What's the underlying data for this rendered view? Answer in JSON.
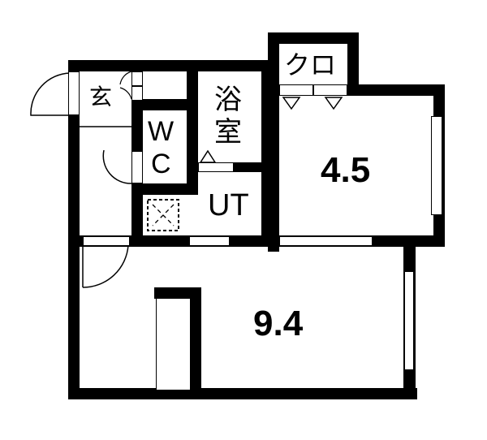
{
  "floor_plan": {
    "rooms": [
      {
        "id": "entrance",
        "label": "玄",
        "meaning": "entrance"
      },
      {
        "id": "wc",
        "label_line1": "W",
        "label_line2": "C",
        "meaning": "toilet"
      },
      {
        "id": "bath",
        "label_line1": "浴",
        "label_line2": "室",
        "meaning": "bathroom"
      },
      {
        "id": "closet",
        "label": "クロ",
        "meaning": "closet"
      },
      {
        "id": "bedroom",
        "label": "4.5",
        "meaning": "4.5 jo room"
      },
      {
        "id": "utility",
        "label": "UT",
        "meaning": "utility / washroom"
      },
      {
        "id": "main",
        "label": "9.4",
        "meaning": "9.4 jo main room"
      }
    ],
    "colors": {
      "wall": "#000000",
      "background": "#ffffff"
    }
  }
}
